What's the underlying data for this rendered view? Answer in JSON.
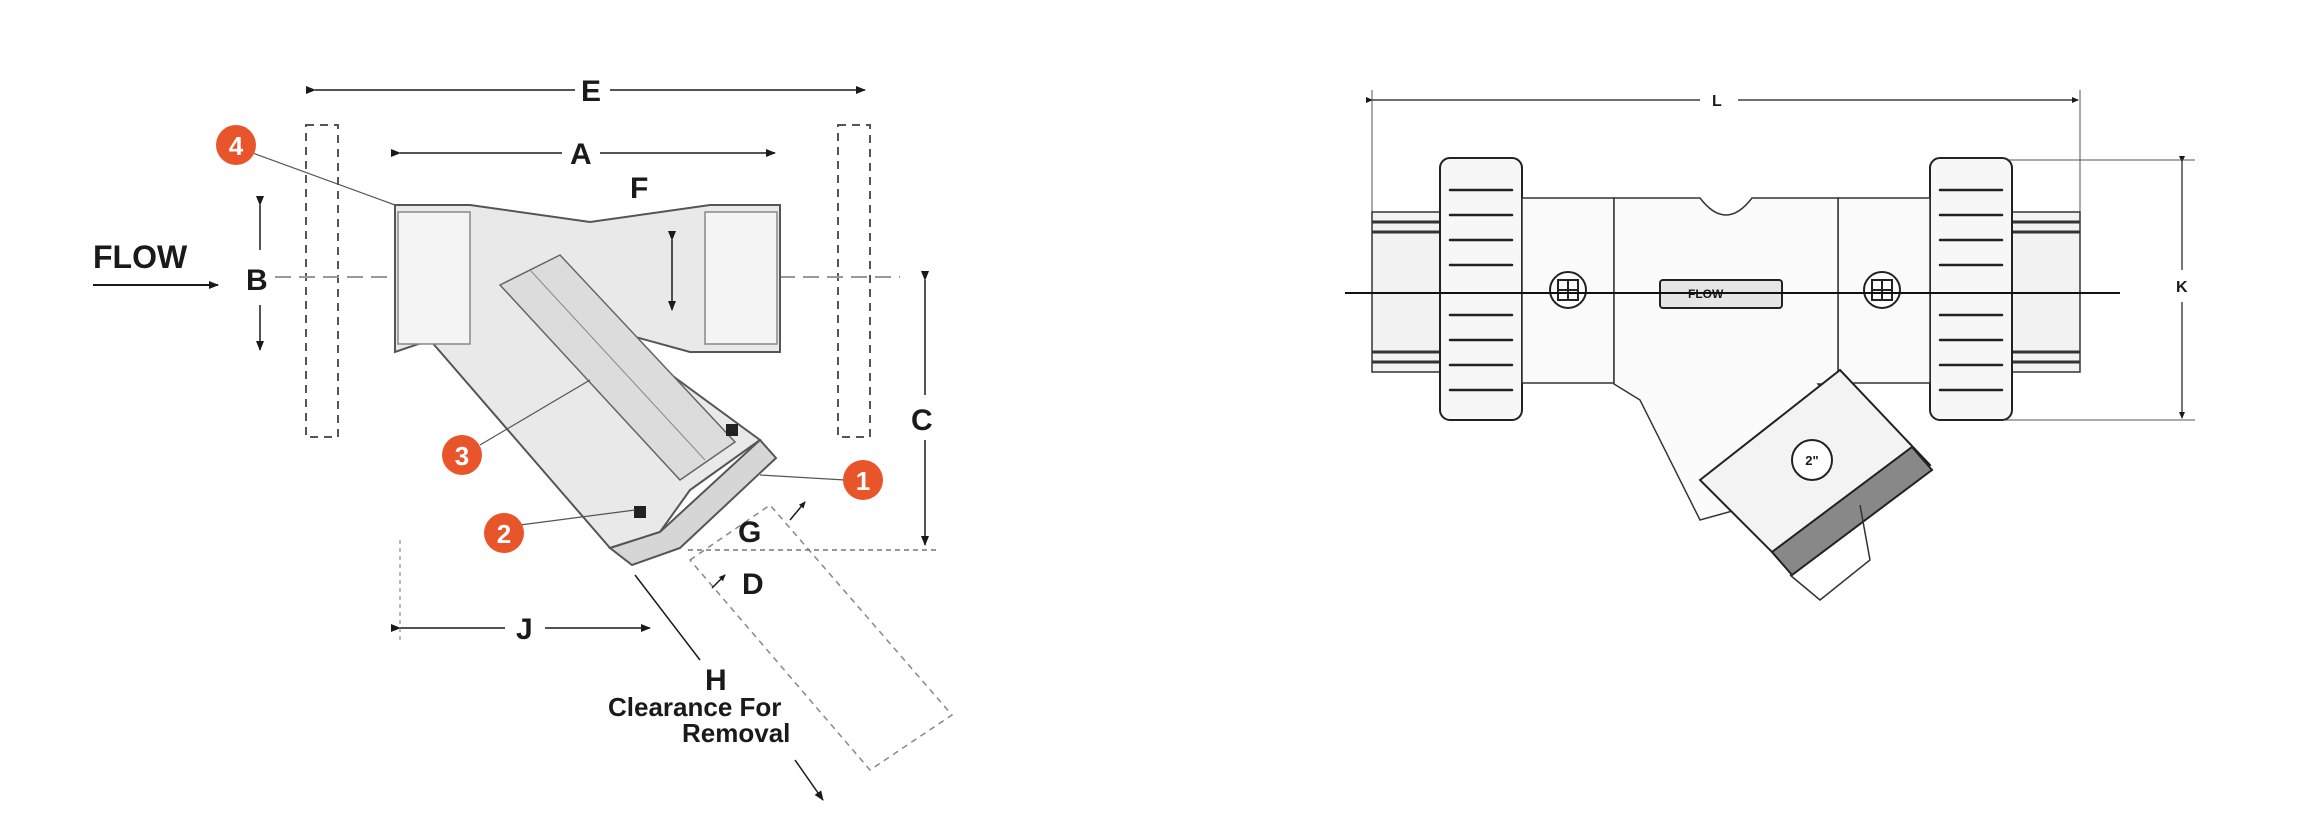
{
  "left_drawing": {
    "flow_label": "FLOW",
    "dimensions": {
      "A": "A",
      "B": "B",
      "C": "C",
      "D": "D",
      "E": "E",
      "F": "F",
      "G": "G",
      "H": "H",
      "J": "J"
    },
    "clearance_line1": "Clearance For",
    "clearance_line2": "Removal",
    "callouts": [
      "1",
      "2",
      "3",
      "4"
    ],
    "callout_color": "#e8552a"
  },
  "right_drawing": {
    "dimensions": {
      "L": "L",
      "K": "K"
    },
    "body_label": "FLOW",
    "cap_label": "2\""
  }
}
